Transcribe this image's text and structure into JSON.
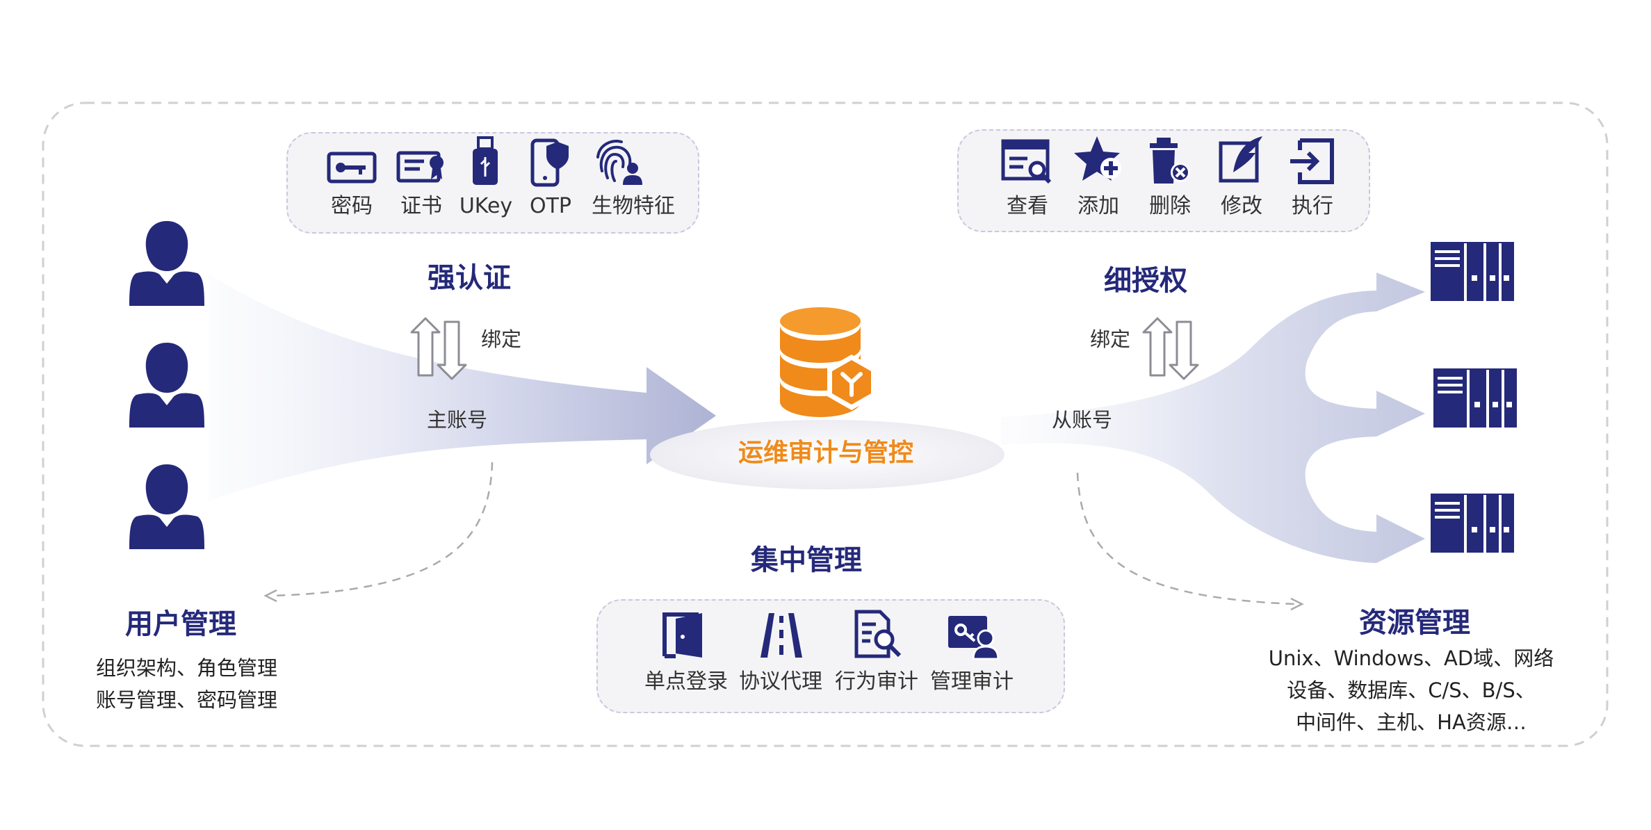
{
  "auth": {
    "title": "强认证",
    "items": [
      {
        "label": "密码",
        "icon": "password-card-icon"
      },
      {
        "label": "证书",
        "icon": "certificate-icon"
      },
      {
        "label": "UKey",
        "icon": "usb-key-icon"
      },
      {
        "label": "OTP",
        "icon": "phone-shield-icon"
      },
      {
        "label": "生物特征",
        "icon": "fingerprint-icon"
      }
    ]
  },
  "authorization": {
    "title": "细授权",
    "items": [
      {
        "label": "查看",
        "icon": "view-icon"
      },
      {
        "label": "添加",
        "icon": "add-star-icon"
      },
      {
        "label": "删除",
        "icon": "delete-bin-icon"
      },
      {
        "label": "修改",
        "icon": "edit-feather-icon"
      },
      {
        "label": "执行",
        "icon": "execute-icon"
      }
    ]
  },
  "left_flow": {
    "bind_label": "绑定",
    "account_label": "主账号"
  },
  "right_flow": {
    "bind_label": "绑定",
    "account_label": "从账号"
  },
  "core": {
    "label": "运维审计与管控"
  },
  "central": {
    "title": "集中管理",
    "items": [
      {
        "label": "单点登录",
        "icon": "door-icon"
      },
      {
        "label": "协议代理",
        "icon": "road-icon"
      },
      {
        "label": "行为审计",
        "icon": "document-search-icon"
      },
      {
        "label": "管理审计",
        "icon": "admin-audit-icon"
      }
    ]
  },
  "user_mgmt": {
    "title": "用户管理",
    "lines": [
      "组织架构、角色管理",
      "账号管理、密码管理"
    ]
  },
  "resource_mgmt": {
    "title": "资源管理",
    "lines": [
      "Unix、Windows、AD域、网络",
      "设备、数据库、C/S、B/S、",
      "中间件、主机、HA资源…"
    ]
  },
  "colors": {
    "navy": "#25297a",
    "orange": "#f08a1a",
    "panel": "#f4f4f6"
  }
}
